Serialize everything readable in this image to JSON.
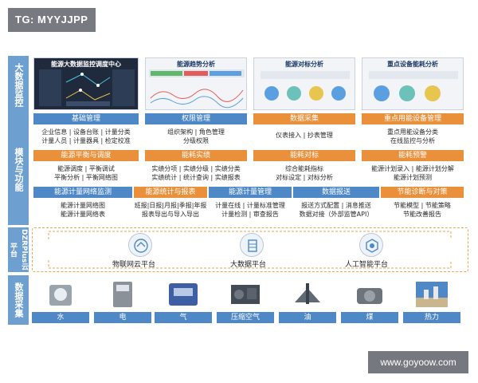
{
  "watermark_top": "TG: MYYJJPP",
  "watermark_bottom": "www.goyoow.com",
  "side_labels": {
    "monitor": "大数据监控",
    "module": "模块与功能",
    "cloud": "DZRPlus云平台",
    "collect": "数据采集"
  },
  "screens": [
    {
      "title": "能源大数据监控调度中心"
    },
    {
      "title": "能源趋势分析"
    },
    {
      "title": "能源对标分析"
    },
    {
      "title": "重点设备能耗分析"
    }
  ],
  "row1": [
    {
      "header": "基础管理",
      "lines": [
        "企业信息 | 设备台账 | 计量分类",
        "计量人员 | 计量器具 | 检定校准"
      ],
      "color": "blue"
    },
    {
      "header": "权限管理",
      "lines": [
        "组织架构 | 角色管理",
        "分级权限"
      ],
      "color": "blue"
    },
    {
      "header": "数据采集",
      "lines": [
        "仪表接入 | 抄表管理"
      ],
      "color": "orange"
    },
    {
      "header": "重点用能设备管理",
      "lines": [
        "重点用能设备分类",
        "在线监控与分析"
      ],
      "color": "orange"
    }
  ],
  "row2": [
    {
      "header": "能源平衡与调度",
      "lines": [
        "能源调度 | 平衡调试",
        "平衡分析 | 平衡网络图"
      ]
    },
    {
      "header": "能耗实绩",
      "lines": [
        "实绩分项 | 实绩分级 | 实绩分类",
        "实绩统计 | 统计查询 | 实绩报表"
      ]
    },
    {
      "header": "能耗对标",
      "lines": [
        "综合能耗指标",
        "对标设定 | 对标分析"
      ]
    },
    {
      "header": "能耗预警",
      "lines": [
        "能源计划录入 | 能源计划分解",
        "能源计划预测"
      ]
    }
  ],
  "row3": [
    {
      "header": "能源计量网络监测",
      "lines": [
        "能源计量网络图",
        "能源计量网络表"
      ],
      "color": "blue"
    },
    {
      "header": "能源统计与报表",
      "lines": [
        "班报|日报|月报|季报|年报",
        "报表导出与导入导出"
      ],
      "color": "orange"
    },
    {
      "header": "能源计量管理",
      "lines": [
        "计量在线 | 计量标准管理",
        "计量检测 | 审查报告"
      ],
      "color": "blue"
    },
    {
      "header": "数据报送",
      "lines": [
        "报送方式配置 | 消息推送",
        "数据对接（外部监管API）"
      ],
      "color": "blue"
    },
    {
      "header": "节能诊断与对策",
      "lines": [
        "节能模型 | 节能策略",
        "节能改善报告"
      ],
      "color": "orange"
    }
  ],
  "platforms": [
    "物联网云平台",
    "大数据平台",
    "人工智能平台"
  ],
  "devices": [
    "水",
    "电",
    "气",
    "压缩空气",
    "油",
    "煤",
    "热力"
  ]
}
